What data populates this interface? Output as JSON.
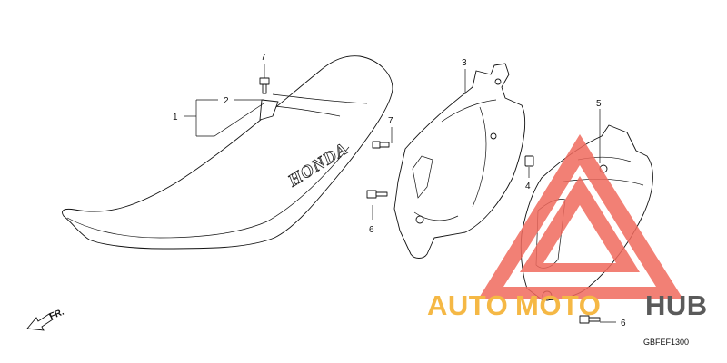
{
  "diagram": {
    "callouts": [
      {
        "id": "c1",
        "text": "1"
      },
      {
        "id": "c2",
        "text": "2"
      },
      {
        "id": "c3",
        "text": "3"
      },
      {
        "id": "c4",
        "text": "4"
      },
      {
        "id": "c5",
        "text": "5"
      },
      {
        "id": "c6a",
        "text": "6"
      },
      {
        "id": "c6b",
        "text": "6"
      },
      {
        "id": "c7a",
        "text": "7"
      },
      {
        "id": "c7b",
        "text": "7"
      }
    ],
    "seat_brand": "HONDA",
    "direction_label": "FR.",
    "diagram_code": "GBFEF1300"
  },
  "watermark": {
    "part1": "AUTO",
    "part2": "MOTO",
    "part3": "HUB",
    "colors": {
      "auto": "#f5b845",
      "moto": "#f5b845",
      "hub": "#5a5a5a",
      "triangle": "#f06a5e"
    }
  }
}
